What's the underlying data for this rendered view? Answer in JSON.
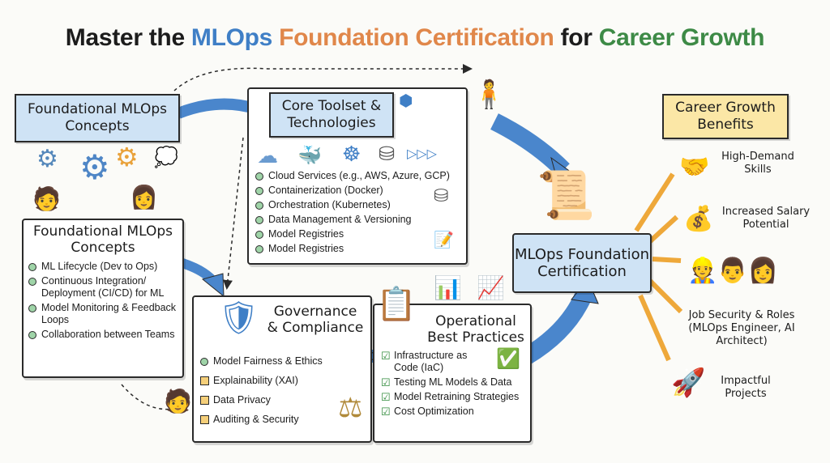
{
  "title": {
    "part1": "Master the ",
    "part2": "MLOps",
    "part3": "Foundation Certification",
    "part4": " for ",
    "part5": "Career Growth"
  },
  "foundational_banner": "Foundational MLOps Concepts",
  "foundational_box": {
    "title": "Foundational MLOps Concepts",
    "items": [
      "ML Lifecycle (Dev to Ops)",
      "Continuous Integration/ Deployment (CI/CD) for ML",
      "Model Monitoring & Feedback Loops",
      "Collaboration between Teams"
    ]
  },
  "toolset": {
    "title": "Core Toolset & Technologies",
    "items": [
      "Cloud Services (e.g., AWS, Azure, GCP)",
      "Containerization (Docker)",
      "Orchestration (Kubernetes)",
      "Data Management & Versioning",
      "Model Registries",
      "Model Registries"
    ]
  },
  "governance": {
    "title": "Governance & Compliance",
    "items": [
      "Model Fairness & Ethics",
      "Explainability (XAI)",
      "Data Privacy",
      "Auditing & Security"
    ]
  },
  "operational": {
    "title": "Operational Best Practices",
    "items": [
      "Infrastructure as Code (IaC)",
      "Testing ML Models & Data",
      "Model Retraining Strategies",
      "Cost Optimization"
    ]
  },
  "certification": "MLOps Foundation Certification",
  "career": {
    "title": "Career Growth Benefits",
    "benefits": [
      "High-Demand Skills",
      "Increased Salary Potential",
      "Job Security & Roles (MLOps Engineer, AI Architect)",
      "Impactful Projects"
    ]
  },
  "colors": {
    "blue": "#3f7fc6",
    "orange": "#e0874a",
    "green": "#3d8a46",
    "banner_blue": "#cfe3f5",
    "banner_yellow": "#fbe7a6"
  }
}
